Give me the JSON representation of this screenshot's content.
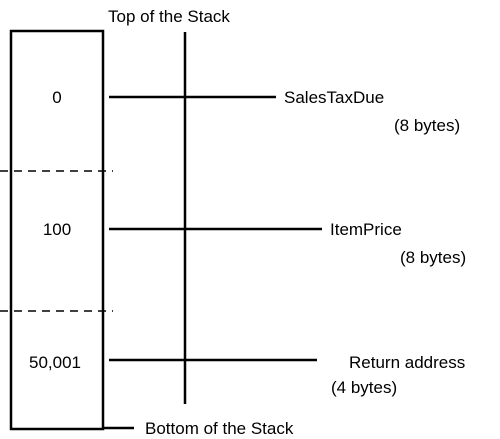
{
  "diagram": {
    "top_label": "Top of the Stack",
    "bottom_label": "Bottom of the Stack",
    "slots": [
      {
        "value": "0",
        "name": "SalesTaxDue",
        "size": "(8 bytes)"
      },
      {
        "value": "100",
        "name": "ItemPrice",
        "size": "(8 bytes)"
      },
      {
        "value": "50,001",
        "name": "Return address",
        "size": "(4 bytes)"
      }
    ]
  }
}
